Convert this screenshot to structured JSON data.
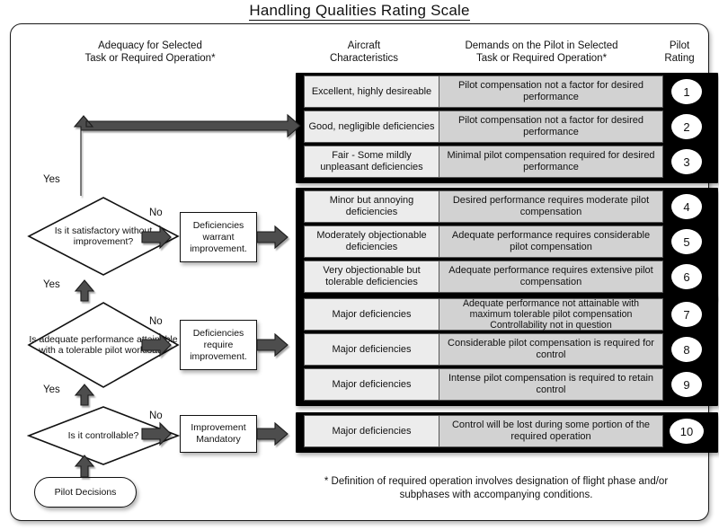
{
  "title": "Handling Qualities Rating Scale",
  "headers": {
    "adequacy": "Adequacy for Selected\nTask or Required  Operation*",
    "adequacy_line1": "Adequacy for Selected",
    "adequacy_line2": "Task or Required  Operation*",
    "aircraft_line1": "Aircraft",
    "aircraft_line2": "Characteristics",
    "demands_line1": "Demands on the Pilot in Selected",
    "demands_line2": "Task or Required Operation*",
    "rating_line1": "Pilot",
    "rating_line2": "Rating"
  },
  "groups": [
    {
      "id": "group-satisfactory",
      "rows": [
        {
          "characteristics": "Excellent, highly desireable",
          "demands": "Pilot compensation not a factor for desired performance",
          "rating": "1"
        },
        {
          "characteristics": "Good, negligible deficiencies",
          "demands": "Pilot compensation not a factor for desired performance",
          "rating": "2"
        },
        {
          "characteristics": "Fair - Some mildly unpleasant deficiencies",
          "demands": "Minimal pilot compensation required for desired performance",
          "rating": "3"
        }
      ]
    },
    {
      "id": "group-deficiencies-warrant",
      "rows": [
        {
          "characteristics": "Minor but annoying deficiencies",
          "demands": "Desired performance requires moderate pilot compensation",
          "rating": "4"
        },
        {
          "characteristics": "Moderately objectionable deficiencies",
          "demands": "Adequate performance requires considerable pilot compensation",
          "rating": "5"
        },
        {
          "characteristics": "Very objectionable but tolerable deficiencies",
          "demands": "Adequate performance requires extensive pilot compensation",
          "rating": "6"
        }
      ]
    },
    {
      "id": "group-deficiencies-require",
      "rows": [
        {
          "characteristics": "Major deficiencies",
          "demands": "Adequate performance not attainable with maximum tolerable pilot compensation Controllability not in question",
          "rating": "7"
        },
        {
          "characteristics": "Major deficiencies",
          "demands": "Considerable pilot compensation is required for control",
          "rating": "8"
        },
        {
          "characteristics": "Major deficiencies",
          "demands": "Intense pilot compensation is required to retain control",
          "rating": "9"
        }
      ]
    },
    {
      "id": "group-improvement-mandatory",
      "rows": [
        {
          "characteristics": "Major deficiencies",
          "demands": "Control will be lost during some portion of the required operation",
          "rating": "10"
        }
      ]
    }
  ],
  "flow": {
    "decisions": [
      {
        "id": "decision-satisfactory",
        "text": "Is it satisfactory without improvement?"
      },
      {
        "id": "decision-adequate-performance",
        "text": "Is adequate performance attainable with a tolerable pilot workload?"
      },
      {
        "id": "decision-controllable",
        "text": "Is it controllable?"
      }
    ],
    "processes": [
      {
        "id": "process-deficiencies-warrant",
        "text": "Deficiencies warrant improvement."
      },
      {
        "id": "process-deficiencies-require",
        "text": "Deficiencies require improvement."
      },
      {
        "id": "process-improvement-mandatory",
        "text": "Improvement Mandatory"
      }
    ],
    "terminator": {
      "id": "terminator-pilot-decisions",
      "text": "Pilot Decisions"
    },
    "labels": {
      "yes": "Yes",
      "no": "No"
    }
  },
  "footnote": "* Definition of required operation involves designation of flight phase and/or subphases with accompanying conditions.",
  "colors": {
    "bracket": "#000000",
    "characteristics_cell": "#ececec",
    "demands_cell": "#d2d2d2",
    "rating_cell": "#000000",
    "badge": "#ffffff",
    "border": "#555555",
    "panel_border": "#1a1a1a",
    "arrow": "#4d4d4d",
    "text": "#111111"
  }
}
